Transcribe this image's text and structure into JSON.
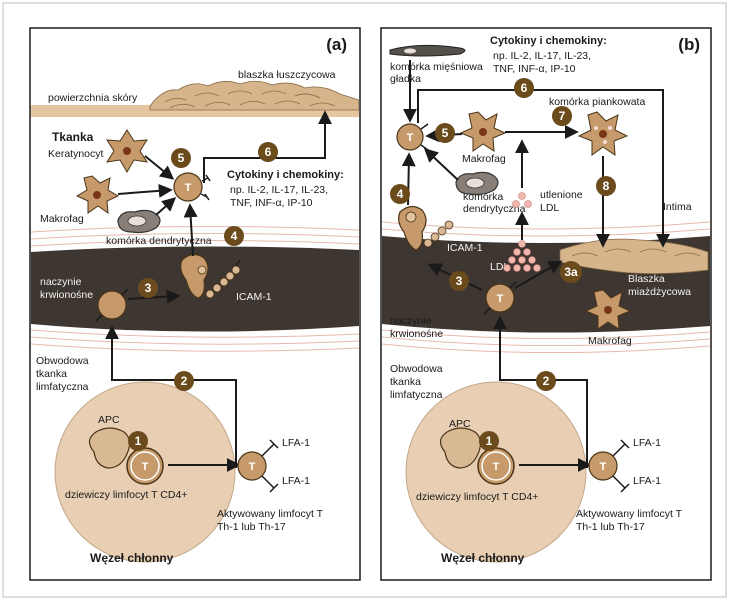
{
  "panel_a": {
    "letter": "(a)",
    "plaque": "blaszka łuszczycowa",
    "skin_surface": "powierzchnia skóry",
    "tissue": "Tkanka",
    "keratinocyte": "Keratynocyt",
    "macrophage": "Makrofag",
    "dendritic": "komórka dendrytyczna",
    "cytokines_title": "Cytokiny i chemokiny:",
    "cytokines_line1": "np. IL-2, IL-17, IL-23,",
    "cytokines_line2": "TNF, INF-α, IP-10",
    "vessel_line1": "naczynie",
    "vessel_line2": "krwionośne",
    "icam": "ICAM-1",
    "peripheral_line1": "Obwodowa",
    "peripheral_line2": "tkanka",
    "peripheral_line3": "limfatyczna",
    "apc": "APC",
    "naive": "dziewiczy limfocyt T CD4+",
    "lfa_top": "LFA-1",
    "lfa_bottom": "LFA-1",
    "activated_line1": "Aktywowany limfocyt T",
    "activated_line2": "Th-1 lub Th-17",
    "lymph_node": "Węzeł chłonny",
    "t": "T",
    "steps": [
      "1",
      "2",
      "3",
      "4",
      "5",
      "6"
    ]
  },
  "panel_b": {
    "letter": "(b)",
    "smooth_line1": "komórka mięśniowa",
    "smooth_line2": "gładka",
    "cytokines_title": "Cytokiny i chemokiny:",
    "cytokines_line1": "np. IL-2, IL-17, IL-23,",
    "cytokines_line2": "TNF, INF-α, IP-10",
    "foam": "komórka piankowata",
    "macrophage": "Makrofag",
    "dendritic_line1": "komórka",
    "dendritic_line2": "dendrytyczna",
    "oxldl_line1": "utlenione",
    "oxldl_line2": "LDL",
    "intima": "Intima",
    "icam": "ICAM-1",
    "ldl": "LDL",
    "plaque_line1": "Blaszka",
    "plaque_line2": "miażdżycowa",
    "macrophage_low": "Makrofag",
    "vessel_line1": "naczynie",
    "vessel_line2": "krwionośne",
    "peripheral_line1": "Obwodowa",
    "peripheral_line2": "tkanka",
    "peripheral_line3": "limfatyczna",
    "apc": "APC",
    "naive": "dziewiczy limfocyt T CD4+",
    "lfa_top": "LFA-1",
    "lfa_bottom": "LFA-1",
    "activated_line1": "Aktywowany limfocyt T",
    "activated_line2": "Th-1 lub Th-17",
    "lymph_node": "Węzeł chłonny",
    "t": "T",
    "steps": [
      "1",
      "2",
      "3",
      "3a",
      "4",
      "5",
      "6",
      "7",
      "8"
    ]
  },
  "colors": {
    "vessel": "#3e3630",
    "tan": "#d9b994",
    "node": "#e8cfb3",
    "cell": "#c69a6a",
    "badge": "#6b4a1c",
    "pink": "#f4dcd6",
    "nucleus": "#7a3418"
  }
}
